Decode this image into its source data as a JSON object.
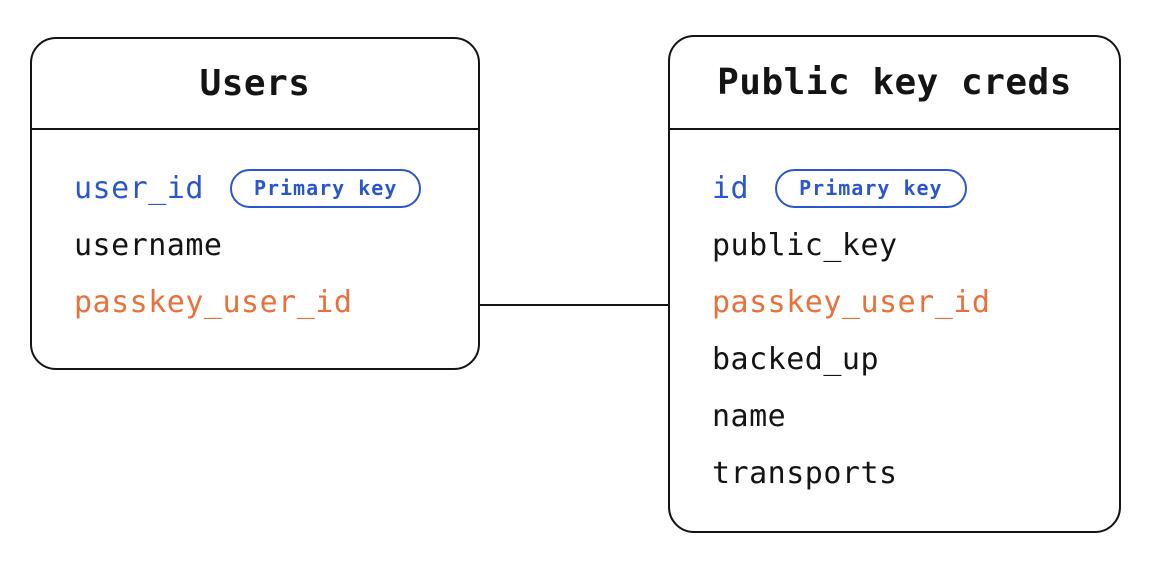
{
  "page": {
    "background": "#ffffff"
  },
  "diagram": {
    "type": "entity-relationship",
    "colors": {
      "primary_key_blue": "#2b57cc",
      "linked_field_orange": "#e8713c",
      "text_black": "#141414",
      "box_border": "#141414"
    },
    "tables": [
      {
        "title": "Users",
        "fields": [
          {
            "name": "user_id",
            "color": "primary_key_blue",
            "badge": "Primary key"
          },
          {
            "name": "username",
            "color": "text_black"
          },
          {
            "name": "passkey_user_id",
            "color": "linked_field_orange"
          }
        ]
      },
      {
        "title": "Public key creds",
        "fields": [
          {
            "name": "id",
            "color": "primary_key_blue",
            "badge": "Primary key"
          },
          {
            "name": "public_key",
            "color": "text_black"
          },
          {
            "name": "passkey_user_id",
            "color": "linked_field_orange"
          },
          {
            "name": "backed_up",
            "color": "text_black"
          },
          {
            "name": "name",
            "color": "text_black"
          },
          {
            "name": "transports",
            "color": "text_black"
          }
        ]
      }
    ],
    "connector": {
      "from_table": "Users",
      "from_field": "passkey_user_id",
      "to_table": "Public key creds"
    }
  }
}
